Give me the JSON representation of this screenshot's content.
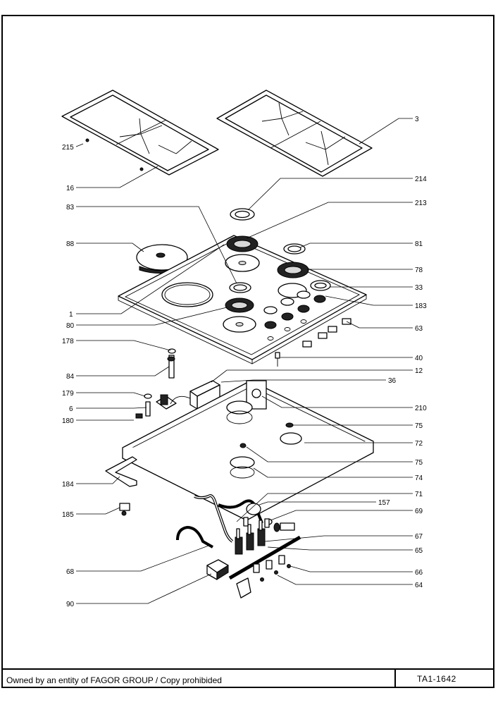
{
  "labels": {
    "p215": "215",
    "p16": "16",
    "p3": "3",
    "p214": "214",
    "p213": "213",
    "p83": "83",
    "p88": "88",
    "p81": "81",
    "p78": "78",
    "p33": "33",
    "p183": "183",
    "p1": "1",
    "p80": "80",
    "p63": "63",
    "p178": "178",
    "p40": "40",
    "p84": "84",
    "p12": "12",
    "p36": "36",
    "p179": "179",
    "p210": "210",
    "p6": "6",
    "p180": "180",
    "p75a": "75",
    "p72": "72",
    "p75b": "75",
    "p74": "74",
    "p184": "184",
    "p71": "71",
    "p157": "157",
    "p185": "185",
    "p69": "69",
    "p67": "67",
    "p65": "65",
    "p68": "68",
    "p66": "66",
    "p64": "64",
    "p90": "90"
  },
  "footer": {
    "ownership": "Owned by an entity of FAGOR GROUP / Copy prohibided",
    "code": "TA1-1642"
  }
}
